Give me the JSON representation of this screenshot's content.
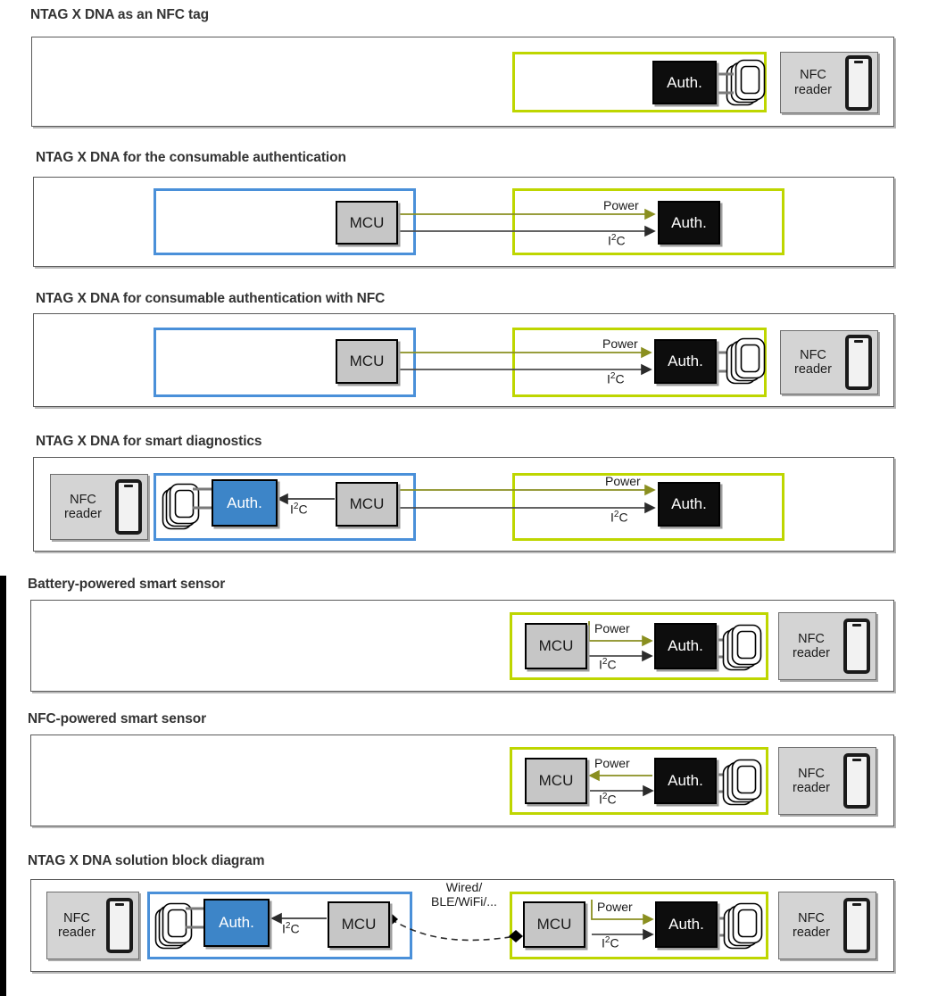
{
  "page": {
    "background": "#ffffff",
    "accent_green": "#bed600",
    "accent_blue": "#4a90d9",
    "auth_blue_fill": "#3d85c8",
    "auth_black_fill": "#0d0d0d",
    "mcu_fill": "#c6c6c6",
    "reader_fill": "#d4d4d4"
  },
  "labels": {
    "auth": "Auth.",
    "mcu": "MCU",
    "power": "Power",
    "i2c_main": "I",
    "i2c_sup": "2",
    "i2c_tail": "C",
    "nfc_reader_line1": "NFC",
    "nfc_reader_line2": "reader",
    "wired_line1": "Wired/",
    "wired_line2": "BLE/WiFi/..."
  },
  "sections": [
    {
      "id": "nfc-tag",
      "title": "NTAG X DNA as an NFC tag",
      "blocks": [
        "Auth."
      ],
      "readers": [
        "NFC reader"
      ],
      "wires": []
    },
    {
      "id": "consumable-auth",
      "title": "NTAG X DNA for the consumable authentication",
      "blocks": [
        "MCU",
        "Auth."
      ],
      "readers": [],
      "wires": [
        "Power",
        "I2C"
      ]
    },
    {
      "id": "consumable-auth-nfc",
      "title": "NTAG X DNA for consumable authentication with NFC",
      "blocks": [
        "MCU",
        "Auth."
      ],
      "readers": [
        "NFC reader"
      ],
      "wires": [
        "Power",
        "I2C"
      ]
    },
    {
      "id": "smart-diagnostics",
      "title": "NTAG X DNA for smart diagnostics",
      "blocks": [
        "Auth.",
        "MCU",
        "Auth."
      ],
      "readers": [
        "NFC reader"
      ],
      "wires": [
        "I2C",
        "Power",
        "I2C"
      ]
    },
    {
      "id": "battery-powered-smart-sensor",
      "title": "Battery-powered smart sensor",
      "blocks": [
        "MCU",
        "Auth."
      ],
      "readers": [
        "NFC reader"
      ],
      "wires": [
        "Power",
        "I2C"
      ]
    },
    {
      "id": "nfc-powered-smart-sensor",
      "title": "NFC-powered smart sensor",
      "blocks": [
        "MCU",
        "Auth."
      ],
      "readers": [
        "NFC reader"
      ],
      "wires": [
        "Power",
        "I2C"
      ]
    },
    {
      "id": "solution-block-diagram",
      "title": "NTAG X DNA solution block diagram",
      "blocks": [
        "Auth.",
        "MCU",
        "MCU",
        "Auth."
      ],
      "readers": [
        "NFC reader",
        "NFC reader"
      ],
      "wires": [
        "I2C",
        "Wired/ BLE/WiFi/...",
        "Power",
        "I2C"
      ]
    }
  ]
}
